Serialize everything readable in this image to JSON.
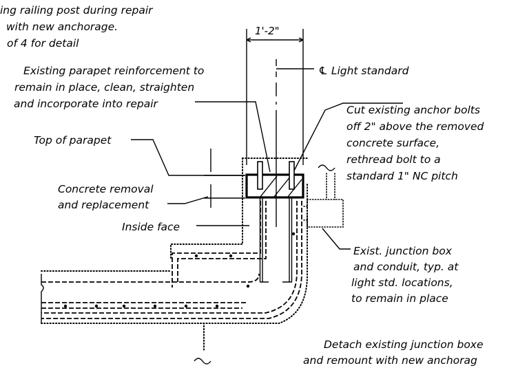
{
  "notes": {
    "top_left": {
      "line1": "ing railing post during repair",
      "line2": "with new anchorage.",
      "line3": "of 4 for detail"
    },
    "dimension": "1'-2\"",
    "centerline": "℄ Light standard",
    "parapet_reinforcement": {
      "line1": "Existing parapet reinforcement to",
      "line2": "remain in place, clean, straighten",
      "line3": "and incorporate into repair"
    },
    "anchor_bolts": {
      "line1": "Cut existing anchor bolts",
      "line2": "off 2\" above the removed",
      "line3": "concrete surface,",
      "line4": "rethread bolt to a",
      "line5": "standard 1\" NC pitch"
    },
    "top_of_parapet": "Top of parapet",
    "concrete_removal": {
      "line1": "Concrete removal",
      "line2": "and replacement"
    },
    "inside_face": "Inside face",
    "junction_box": {
      "line1": "Exist. junction box",
      "line2": "and conduit, typ. at",
      "line3": "light std. locations,",
      "line4": "to remain in place"
    },
    "detach": {
      "line1": "Detach existing junction boxe",
      "line2": "and remount with new anchorag"
    }
  }
}
